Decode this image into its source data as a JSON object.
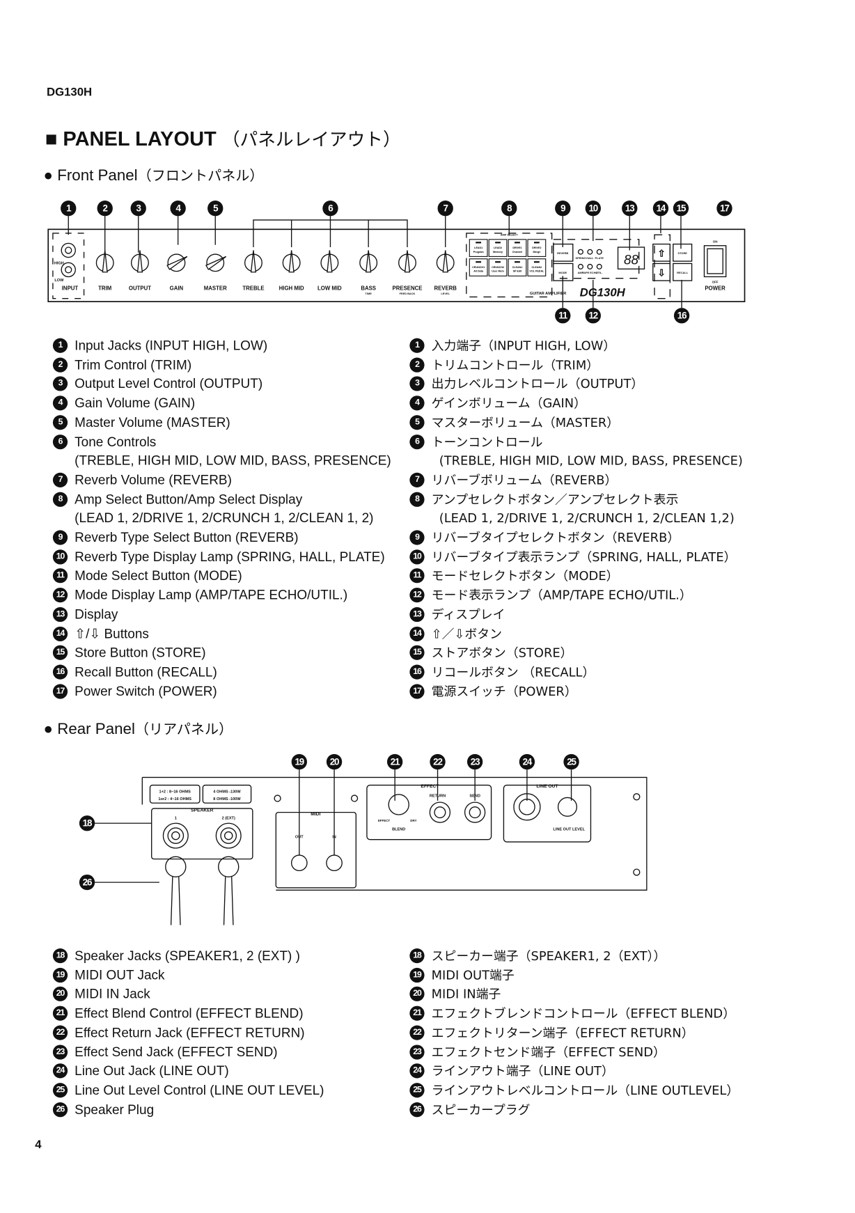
{
  "header": {
    "model": "DG130H",
    "title": "PANEL LAYOUT",
    "title_jp": "（パネルレイアウト）"
  },
  "front": {
    "heading": "Front Panel",
    "heading_jp": "（フロントパネル）",
    "markers_top": [
      "1",
      "2",
      "3",
      "4",
      "5",
      "6",
      "7",
      "8",
      "9",
      "10",
      "13",
      "14",
      "15",
      "17"
    ],
    "markers_bottom": [
      "11",
      "12",
      "16"
    ],
    "panel_labels": {
      "input": "INPUT",
      "high": "HIGH",
      "low": "LOW",
      "trim": "TRIM",
      "output": "OUTPUT",
      "gain": "GAIN",
      "master": "MASTER",
      "treble": "TREBLE",
      "high_mid": "HIGH MID",
      "low_mid": "LOW MID",
      "bass": "BASS",
      "bass_sub": "TIME",
      "presence": "PRESENCE",
      "presence_sub": "FEED BACK",
      "reverb": "REVERB",
      "reverb_sub": "LEVEL",
      "amp_select": "AMP SELECT",
      "amp_buttons": [
        [
          "LEAD1",
          "Program"
        ],
        [
          "LEAD2",
          "Memory"
        ],
        [
          "DRIVE1",
          "Channel"
        ],
        [
          "DRIVE2",
          "Merge"
        ],
        [
          "CRUNCH1",
          "All Data"
        ],
        [
          "CRUNCH2",
          "User Mem"
        ],
        [
          "CLEAN1",
          "SP Edit"
        ],
        [
          "CLEAN2",
          "VOL PEDAL"
        ]
      ],
      "reverb_btn": "REVERB",
      "mode_btn": "MODE",
      "spring": "SPRING",
      "hall": "HALL",
      "plate": "PLATE",
      "amp": "AMP",
      "tape": "TAPE ECHO",
      "util": "UTIL.",
      "display": "88",
      "store": "STORE",
      "recall": "RECALL",
      "on": "ON",
      "off": "OFF",
      "power": "POWER",
      "brand": "GUITAR AMPLIFIER",
      "logo": "DG130H"
    },
    "items_en": [
      {
        "n": "1",
        "t": "Input Jacks (INPUT HIGH, LOW)"
      },
      {
        "n": "2",
        "t": "Trim Control (TRIM)"
      },
      {
        "n": "3",
        "t": "Output Level Control (OUTPUT)"
      },
      {
        "n": "4",
        "t": "Gain Volume (GAIN)"
      },
      {
        "n": "5",
        "t": "Master Volume (MASTER)"
      },
      {
        "n": "6",
        "t": "Tone Controls",
        "sub": "(TREBLE, HIGH MID, LOW MID, BASS, PRESENCE)"
      },
      {
        "n": "7",
        "t": "Reverb Volume (REVERB)"
      },
      {
        "n": "8",
        "t": "Amp Select Button/Amp Select Display",
        "sub": "(LEAD 1, 2/DRIVE 1, 2/CRUNCH 1, 2/CLEAN 1, 2)"
      },
      {
        "n": "9",
        "t": "Reverb Type Select Button (REVERB)"
      },
      {
        "n": "10",
        "t": "Reverb Type Display Lamp (SPRING, HALL, PLATE)"
      },
      {
        "n": "11",
        "t": "Mode Select Button (MODE)"
      },
      {
        "n": "12",
        "t": "Mode Display Lamp (AMP/TAPE ECHO/UTIL.)"
      },
      {
        "n": "13",
        "t": "Display"
      },
      {
        "n": "14",
        "t": "⇧/⇩ Buttons"
      },
      {
        "n": "15",
        "t": "Store Button (STORE)"
      },
      {
        "n": "16",
        "t": "Recall Button (RECALL)"
      },
      {
        "n": "17",
        "t": "Power Switch (POWER)"
      }
    ],
    "items_jp": [
      {
        "n": "1",
        "t": "入力端子（INPUT HIGH, LOW）"
      },
      {
        "n": "2",
        "t": "トリムコントロール（TRIM）"
      },
      {
        "n": "3",
        "t": "出力レベルコントロール（OUTPUT）"
      },
      {
        "n": "4",
        "t": "ゲインボリューム（GAIN）"
      },
      {
        "n": "5",
        "t": "マスターボリューム（MASTER）"
      },
      {
        "n": "6",
        "t": "トーンコントロール",
        "sub": "(TREBLE, HIGH MID, LOW MID, BASS, PRESENCE)"
      },
      {
        "n": "7",
        "t": "リバーブボリューム（REVERB）"
      },
      {
        "n": "8",
        "t": "アンプセレクトボタン／アンプセレクト表示",
        "sub": "(LEAD 1, 2/DRIVE 1, 2/CRUNCH 1, 2/CLEAN 1,2)"
      },
      {
        "n": "9",
        "t": "リバーブタイプセレクトボタン（REVERB）"
      },
      {
        "n": "10",
        "t": "リバーブタイプ表示ランプ（SPRING, HALL, PLATE）"
      },
      {
        "n": "11",
        "t": "モードセレクトボタン（MODE）"
      },
      {
        "n": "12",
        "t": "モード表示ランプ（AMP/TAPE ECHO/UTIL.）"
      },
      {
        "n": "13",
        "t": "ディスプレイ"
      },
      {
        "n": "14",
        "t": "⇧／⇩ボタン"
      },
      {
        "n": "15",
        "t": "ストアボタン（STORE）"
      },
      {
        "n": "16",
        "t": "リコールボタン （RECALL）"
      },
      {
        "n": "17",
        "t": "電源スイッチ（POWER）"
      }
    ]
  },
  "rear": {
    "heading": "Rear Panel",
    "heading_jp": "（リアパネル）",
    "markers_top": [
      "19",
      "20",
      "21",
      "22",
      "23",
      "24",
      "25"
    ],
    "markers_left": [
      "18",
      "26"
    ],
    "panel_labels": {
      "spk_spec1": "1+2 : 8~16 OHMS",
      "spk_spec2": "1or2 : 4~16 OHMS",
      "pow_spec1": "4 OHMS -130W",
      "pow_spec2": "8 OHMS -100W",
      "speaker": "SPEAKER",
      "spk1": "1",
      "spk2": "2 (EXT)",
      "midi": "MIDI",
      "out": "OUT",
      "in": "IN",
      "effect": "EFFECT",
      "return": "RETURN",
      "send": "SEND",
      "blend": "BLEND",
      "effect_k": "EFFECT",
      "dry": "DRY",
      "line_out": "LINE OUT",
      "line_out_level": "LINE OUT LEVEL"
    },
    "items_en": [
      {
        "n": "18",
        "t": "Speaker Jacks (SPEAKER1, 2 (EXT) )"
      },
      {
        "n": "19",
        "t": "MIDI OUT Jack"
      },
      {
        "n": "20",
        "t": "MIDI IN Jack"
      },
      {
        "n": "21",
        "t": "Effect Blend Control (EFFECT BLEND)"
      },
      {
        "n": "22",
        "t": "Effect Return Jack (EFFECT RETURN)"
      },
      {
        "n": "23",
        "t": "Effect Send Jack (EFFECT SEND)"
      },
      {
        "n": "24",
        "t": "Line Out Jack (LINE OUT)"
      },
      {
        "n": "25",
        "t": "Line Out Level Control (LINE OUT LEVEL)"
      },
      {
        "n": "26",
        "t": "Speaker Plug"
      }
    ],
    "items_jp": [
      {
        "n": "18",
        "t": "スピーカー端子（SPEAKER1, 2（EXT））"
      },
      {
        "n": "19",
        "t": "MIDI OUT端子"
      },
      {
        "n": "20",
        "t": "MIDI IN端子"
      },
      {
        "n": "21",
        "t": "エフェクトブレンドコントロール（EFFECT BLEND）"
      },
      {
        "n": "22",
        "t": "エフェクトリターン端子（EFFECT RETURN）"
      },
      {
        "n": "23",
        "t": "エフェクトセンド端子（EFFECT SEND）"
      },
      {
        "n": "24",
        "t": "ラインアウト端子（LINE OUT）"
      },
      {
        "n": "25",
        "t": "ラインアウトレベルコントロール（LINE OUTLEVEL）"
      },
      {
        "n": "26",
        "t": "スピーカープラグ"
      }
    ]
  },
  "footer": {
    "page": "4"
  }
}
